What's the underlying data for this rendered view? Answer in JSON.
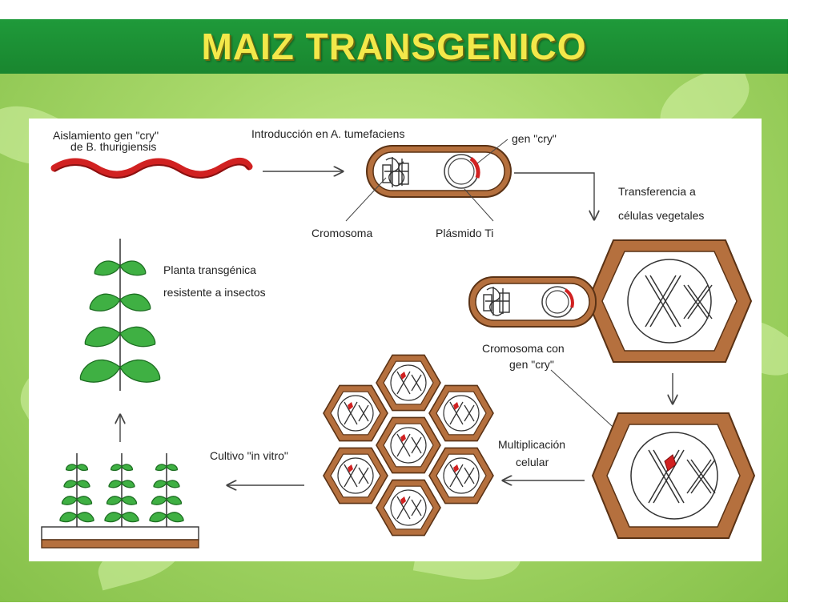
{
  "slide": {
    "title": "MAIZ TRANSGENICO"
  },
  "diagram": {
    "labels": {
      "isolation_line1": "Aislamiento gen \"cry\"",
      "isolation_line2": "de B. thurigiensis",
      "introduction": "Introducción en A. tumefaciens",
      "gen_cry_top": "gen \"cry\"",
      "chromosome": "Cromosoma",
      "plasmid": "Plásmido Ti",
      "transfer_line1": "Transferencia a",
      "transfer_line2": "células vegetales",
      "chromosome_with_line1": "Cromosoma con",
      "chromosome_with_line2": "gen \"cry\"",
      "multiplication_line1": "Multiplicación",
      "multiplication_line2": "celular",
      "culture": "Cultivo \"in vitro\"",
      "plant_line1": "Planta transgénica",
      "plant_line2": "resistente a insectos"
    },
    "colors": {
      "cell_wall": "#b5703e",
      "cell_border": "#5a3215",
      "gene": "#d12121",
      "leaf": "#3fb043",
      "leaf_dark": "#1d6e22"
    }
  }
}
